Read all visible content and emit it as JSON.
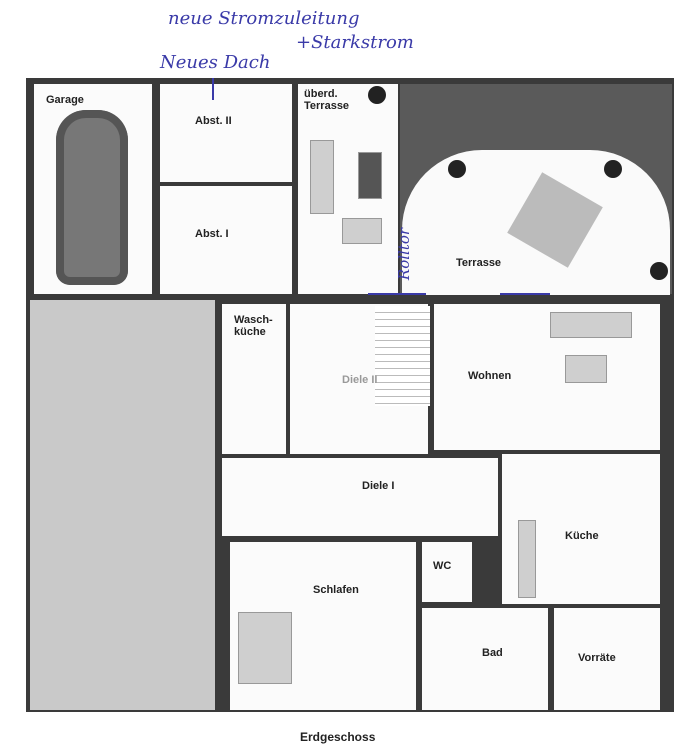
{
  "handwritten": {
    "line1": "neue Stromzuleitung",
    "line2": "+Starkstrom",
    "line3": "Neues Dach",
    "rolltor": "Rolltor"
  },
  "rooms": {
    "garage": "Garage",
    "abst2": "Abst. II",
    "abst1": "Abst. I",
    "terrace_covered": "überd. Terrasse",
    "terrace": "Terrasse",
    "waschkueche": "Wasch-küche",
    "diele2": "Diele II",
    "wohnen": "Wohnen",
    "diele1": "Diele I",
    "kueche": "Küche",
    "schlafen": "Schlafen",
    "wc": "WC",
    "bad": "Bad",
    "vorraete": "Vorräte"
  },
  "caption": "Erdgeschoss"
}
